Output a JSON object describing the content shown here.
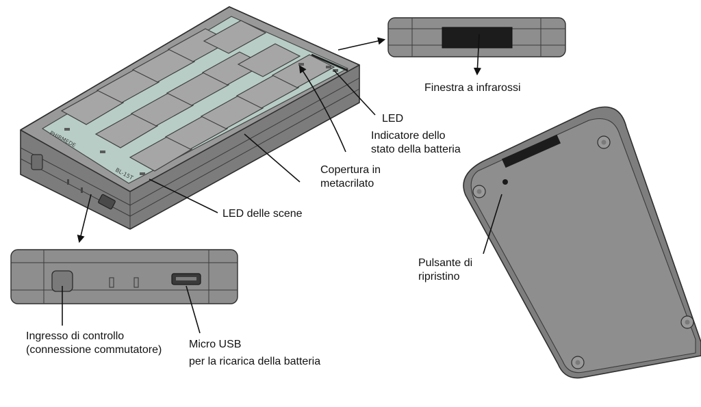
{
  "labels": {
    "ir_window": "Finestra a infrarossi",
    "led": "LED",
    "battery_status_1": "Indicatore dello",
    "battery_status_2": "stato della batteria",
    "acrylic_1": "Copertura in",
    "acrylic_2": "metacrilato",
    "scene_leds": "LED delle scene",
    "control_input_1": "Ingresso di controllo",
    "control_input_2": "(connessione commutatore)",
    "micro_usb_1": "Micro USB",
    "micro_usb_2": "per la ricarica della batteria",
    "reset_1": "Pulsante di",
    "reset_2": "ripristino"
  },
  "device_markings": {
    "brand": "PHIRMEDE",
    "model": "BL-15T"
  },
  "colors": {
    "body": "#8e8e8e",
    "body_dark": "#6e6e6e",
    "acrylic": "#b7cdc6",
    "key": "#a4a4a4",
    "ink": "#111111"
  }
}
